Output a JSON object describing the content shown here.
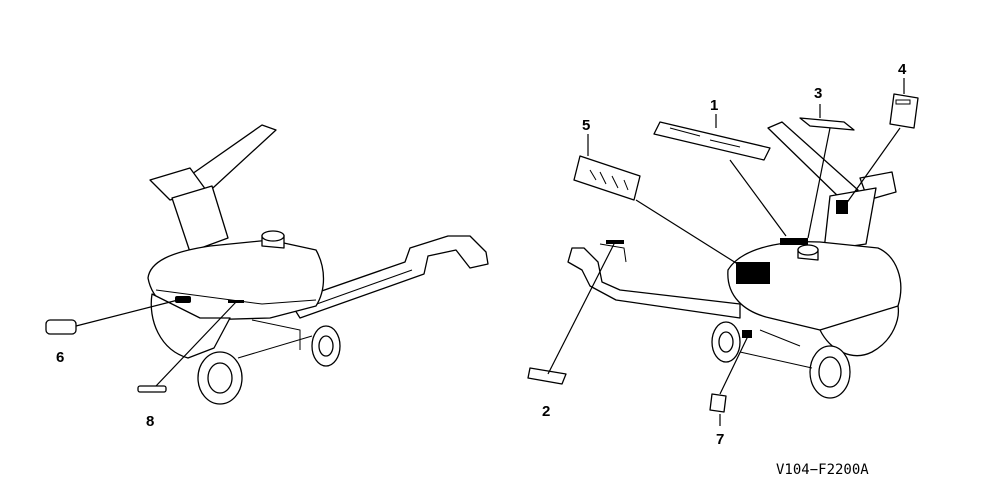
{
  "diagram": {
    "callouts": [
      {
        "id": "c1",
        "text": "1"
      },
      {
        "id": "c2",
        "text": "2"
      },
      {
        "id": "c3",
        "text": "3"
      },
      {
        "id": "c4",
        "text": "4"
      },
      {
        "id": "c5",
        "text": "5"
      },
      {
        "id": "c6",
        "text": "6"
      },
      {
        "id": "c7",
        "text": "7"
      },
      {
        "id": "c8",
        "text": "8"
      }
    ],
    "reference_code": "V104−F2200A"
  }
}
